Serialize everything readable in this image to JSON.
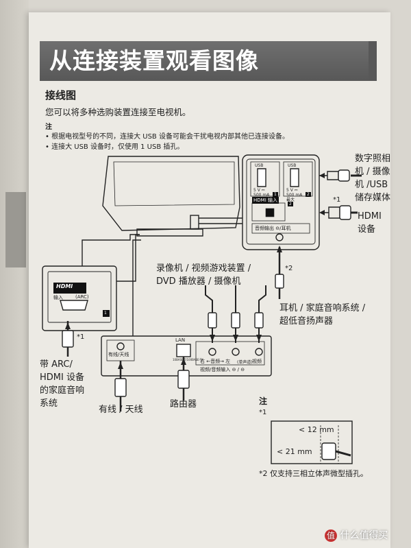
{
  "title": "从连接装置观看图像",
  "section": {
    "heading": "接线图",
    "intro": "您可以将多种选购装置连接至电视机。"
  },
  "note": {
    "label": "注",
    "bullets": [
      "根据电视型号的不同，连接大 USB 设备可能会干扰电视内部其他已连接设备。",
      "连接大 USB 设备时，仅使用 1 USB 插孔。"
    ]
  },
  "ports": {
    "usb1": {
      "label": "USB",
      "spec_line1": "5 V ⎓",
      "spec_line2": "500 mA",
      "spec_line3": "最大",
      "num": "1"
    },
    "usb2": {
      "label": "USB",
      "spec_line1": "5 V ⎓",
      "spec_line2": "500 mA",
      "spec_line3": "最大",
      "num": "2"
    },
    "hdmi2": {
      "label": "HDMI 输入",
      "num": "2"
    },
    "audio_out": "音频输出 ⊖/耳机",
    "hdmi1": {
      "label": "HDMI",
      "sub": "输入",
      "arc": "(ARC)",
      "num": "1"
    },
    "antenna": "有线/天线",
    "lan_line1": "LAN",
    "lan_line2": "10BASE-T/100BASE-TX",
    "av_audio": "右 ←音频→ 左",
    "av_mono": "(单声道)",
    "av_video": "视频",
    "av_input": "视频/音频输入 ⊖ / ⊖"
  },
  "devices": {
    "camera_line1": "数字照相",
    "camera_line2": "机 / 摄像",
    "camera_line3": "机 /USB",
    "camera_line4": "储存媒体",
    "hdmi_device_line1": "HDMI",
    "hdmi_device_line2": "设备",
    "recorder_line1": "录像机 / 视频游戏装置 /",
    "recorder_line2": "DVD 播放器 / 摄像机",
    "headphone_line1": "耳机 / 家庭音响系统 /",
    "headphone_line2": "超低音扬声器",
    "arc_line1": "带 ARC/",
    "arc_line2": "HDMI 设备",
    "arc_line3": "的家庭音响",
    "arc_line4": "系统",
    "cable_antenna": "有线 / 天线",
    "router": "路由器"
  },
  "footnotes": {
    "label": "注",
    "mark1": "*1",
    "mark2": "*2",
    "dim1": "< 12 mm",
    "dim2": "< 21 mm",
    "fn2": "*2 仅支持三相立体声微型插孔。"
  },
  "watermark": "值 什么值得买"
}
